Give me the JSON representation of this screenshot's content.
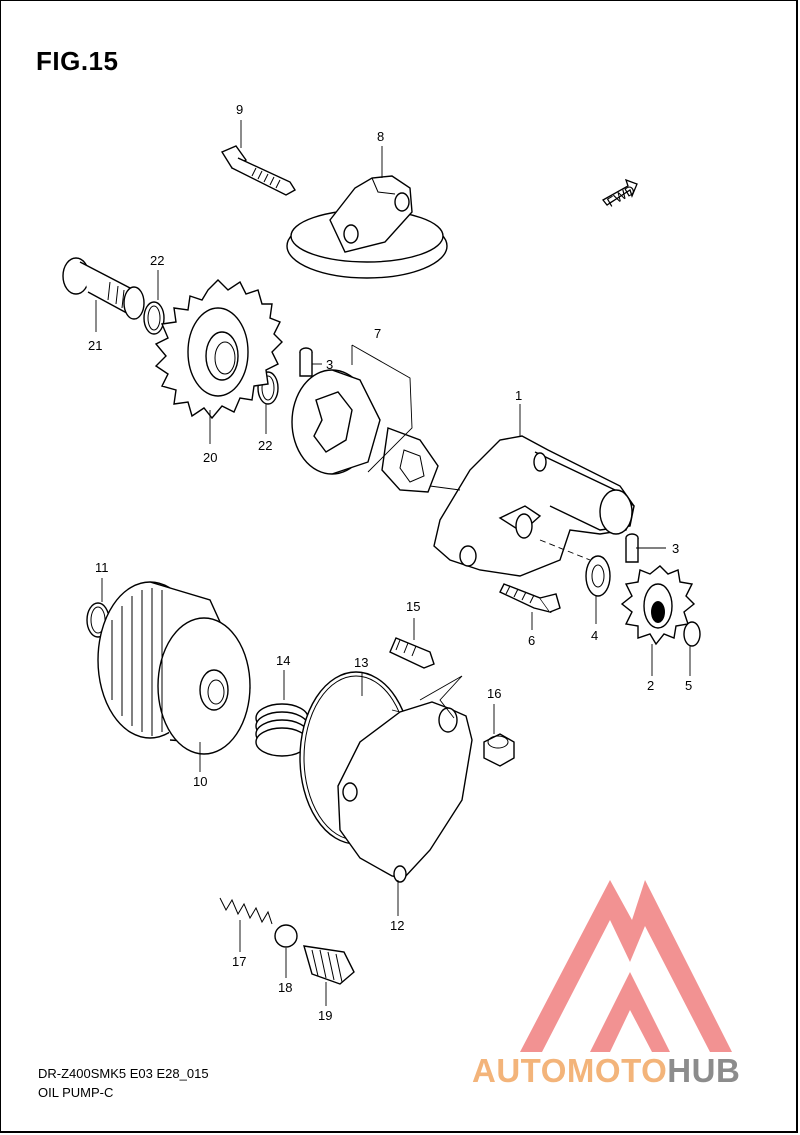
{
  "figure": {
    "title": "FIG.15",
    "model_code": "DR-Z400SMK5 E03 E28_015",
    "page_title": "OIL PUMP-C",
    "fwd_label": "FWD"
  },
  "callouts": [
    "9",
    "8",
    "22",
    "21",
    "7",
    "3",
    "20",
    "22",
    "1",
    "3",
    "11",
    "15",
    "6",
    "4",
    "2",
    "5",
    "14",
    "13",
    "16",
    "10",
    "12",
    "17",
    "18",
    "19"
  ],
  "watermark": {
    "part1": "AUTO",
    "part2": "MOTO",
    "part3": "HUB",
    "colors": {
      "triangle": "#f07f7f",
      "text_main": "#f3b47a",
      "text_hub": "#8c8c8c"
    }
  }
}
